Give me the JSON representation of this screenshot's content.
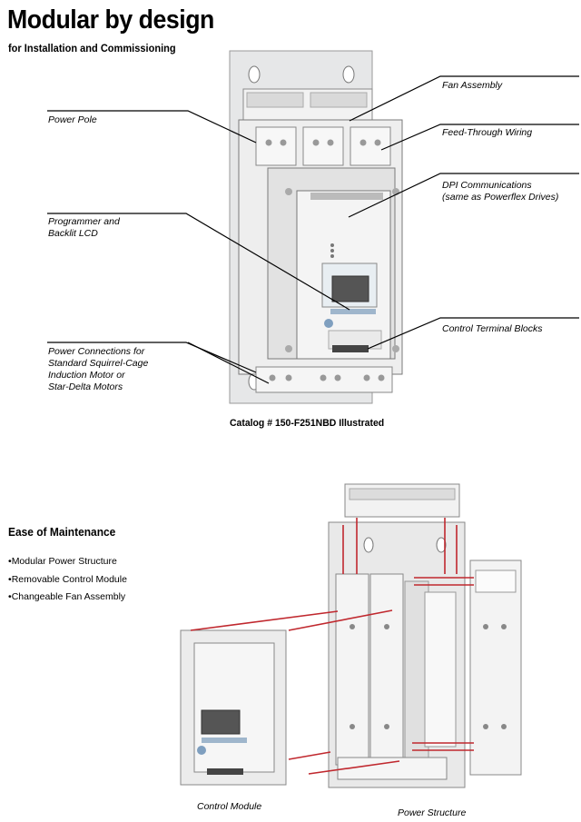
{
  "header": {
    "title": "Modular by design",
    "subtitle": "for Installation and Commissioning"
  },
  "callouts": {
    "power_pole": "Power Pole",
    "programmer": "Programmer and\nBacklit LCD",
    "power_connections": "Power Connections for\nStandard Squirrel-Cage\nInduction Motor or\nStar-Delta Motors",
    "fan_assembly": "Fan Assembly",
    "feed_through": "Feed-Through Wiring",
    "dpi": "DPI Communications\n(same as Powerflex Drives)",
    "control_terminal": "Control Terminal Blocks"
  },
  "caption": "Catalog # 150-F251NBD Illustrated",
  "maintenance": {
    "heading": "Ease of Maintenance",
    "bullets": [
      "Modular Power Structure",
      "Removable Control Module",
      "Changeable Fan Assembly"
    ]
  },
  "bottom_labels": {
    "control_module": "Control Module",
    "power_structure": "Power Structure"
  }
}
